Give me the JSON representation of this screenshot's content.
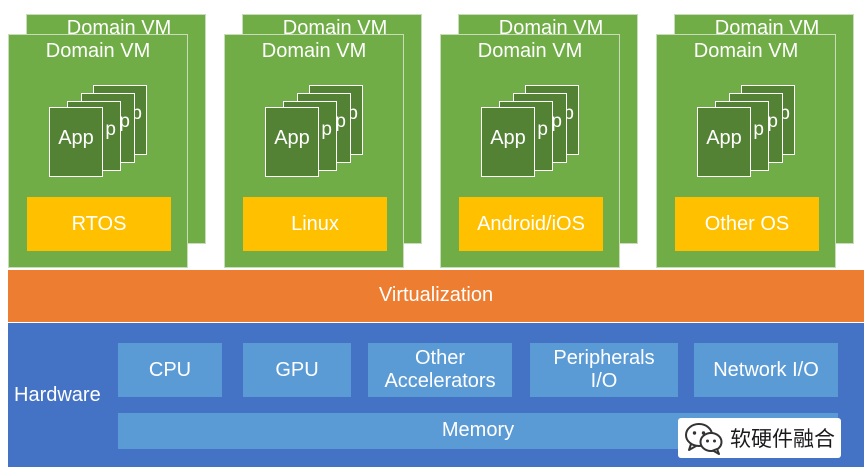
{
  "vms": [
    {
      "back_title": "Domain VM",
      "front_title": "Domain VM",
      "app_label": "App",
      "app_letters": [
        "p",
        "p",
        "p"
      ],
      "os": "RTOS"
    },
    {
      "back_title": "Domain VM",
      "front_title": "Domain VM",
      "app_label": "App",
      "app_letters": [
        "p",
        "p",
        "p"
      ],
      "os": "Linux"
    },
    {
      "back_title": "Domain VM",
      "front_title": "Domain VM",
      "app_label": "App",
      "app_letters": [
        "p",
        "p",
        "p"
      ],
      "os": "Android/iOS"
    },
    {
      "back_title": "Domain VM",
      "front_title": "Domain VM",
      "app_label": "App",
      "app_letters": [
        "p",
        "p",
        "p"
      ],
      "os": "Other OS"
    }
  ],
  "virtualization": "Virtualization",
  "hardware": {
    "label": "Hardware",
    "components": [
      "CPU",
      "GPU",
      "Other Accelerators",
      "Peripherals I/O",
      "Network I/O"
    ],
    "memory": "Memory"
  },
  "watermark": {
    "text": "软硬件融合",
    "icon": "wechat-icon"
  },
  "colors": {
    "vm_green": "#70ad47",
    "app_dark_green": "#548235",
    "os_yellow": "#ffc000",
    "virtualization_orange": "#ed7d31",
    "hardware_blue": "#4472c4",
    "component_blue": "#5b9bd5"
  }
}
